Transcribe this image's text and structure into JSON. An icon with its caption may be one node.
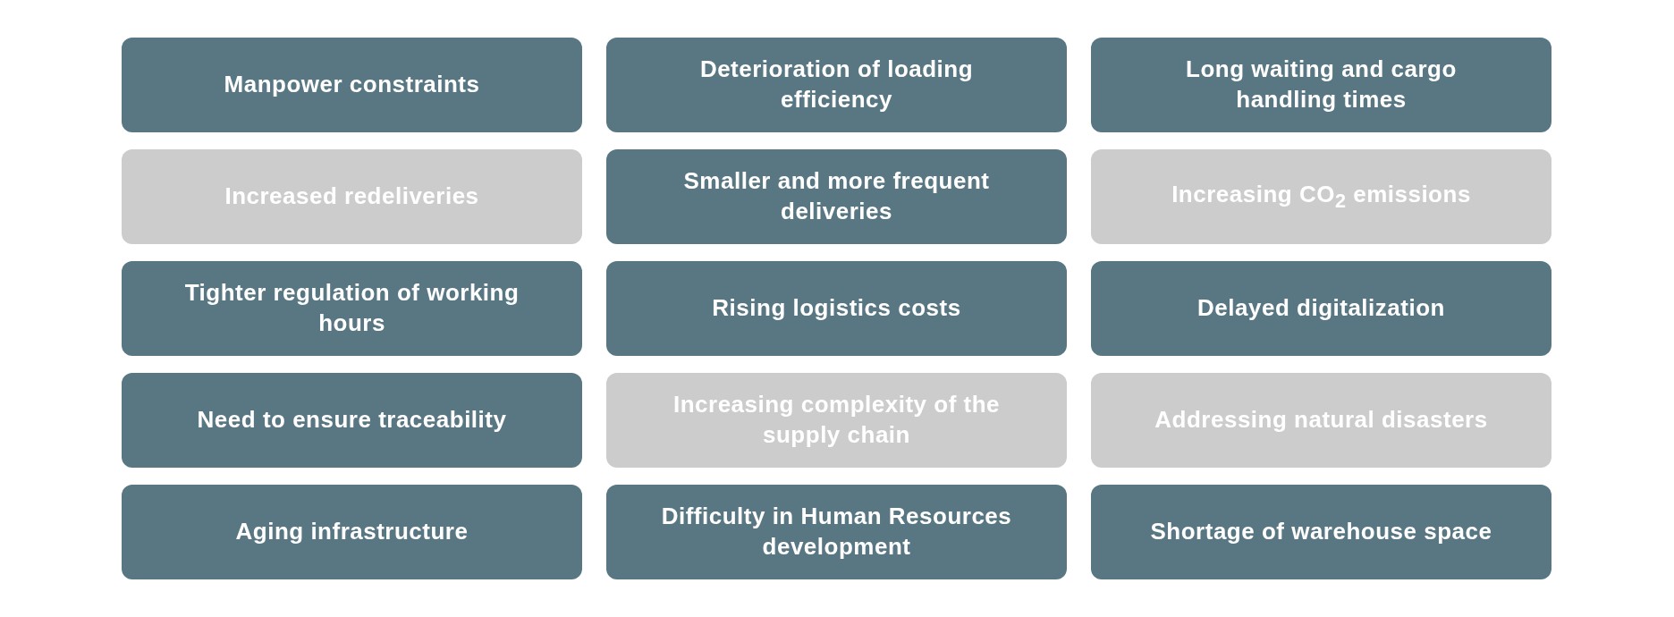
{
  "diagram": {
    "nodes": [
      {
        "text": [
          "Manpower constraints"
        ]
      },
      {
        "text": [
          "Deterioration of loading efficiency"
        ]
      },
      {
        "text": [
          "Long waiting and cargo handling times"
        ]
      },
      {
        "text": [
          "Increased redeliveries"
        ]
      },
      {
        "text": [
          "Smaller and more frequent deliveries"
        ]
      },
      {
        "text": [
          "Increasing CO$_{2}$ emissions"
        ]
      },
      {
        "text": [
          "Tighter regulation of working hours"
        ]
      },
      {
        "text": [
          "Rising logistics costs"
        ]
      },
      {
        "text": [
          "Delayed digitalization"
        ]
      },
      {
        "text": [
          "Need to ensure traceability"
        ]
      },
      {
        "text": [
          "Increasing complexity of the supply chain"
        ]
      },
      {
        "text": [
          "Addressing natural disasters"
        ]
      },
      {
        "text": [
          "Aging infrastructure"
        ]
      },
      {
        "text": [
          "Difficulty in Human Resources development"
        ]
      },
      {
        "text": [
          "Shortage of warehouse space"
        ]
      }
    ]
  }
}
